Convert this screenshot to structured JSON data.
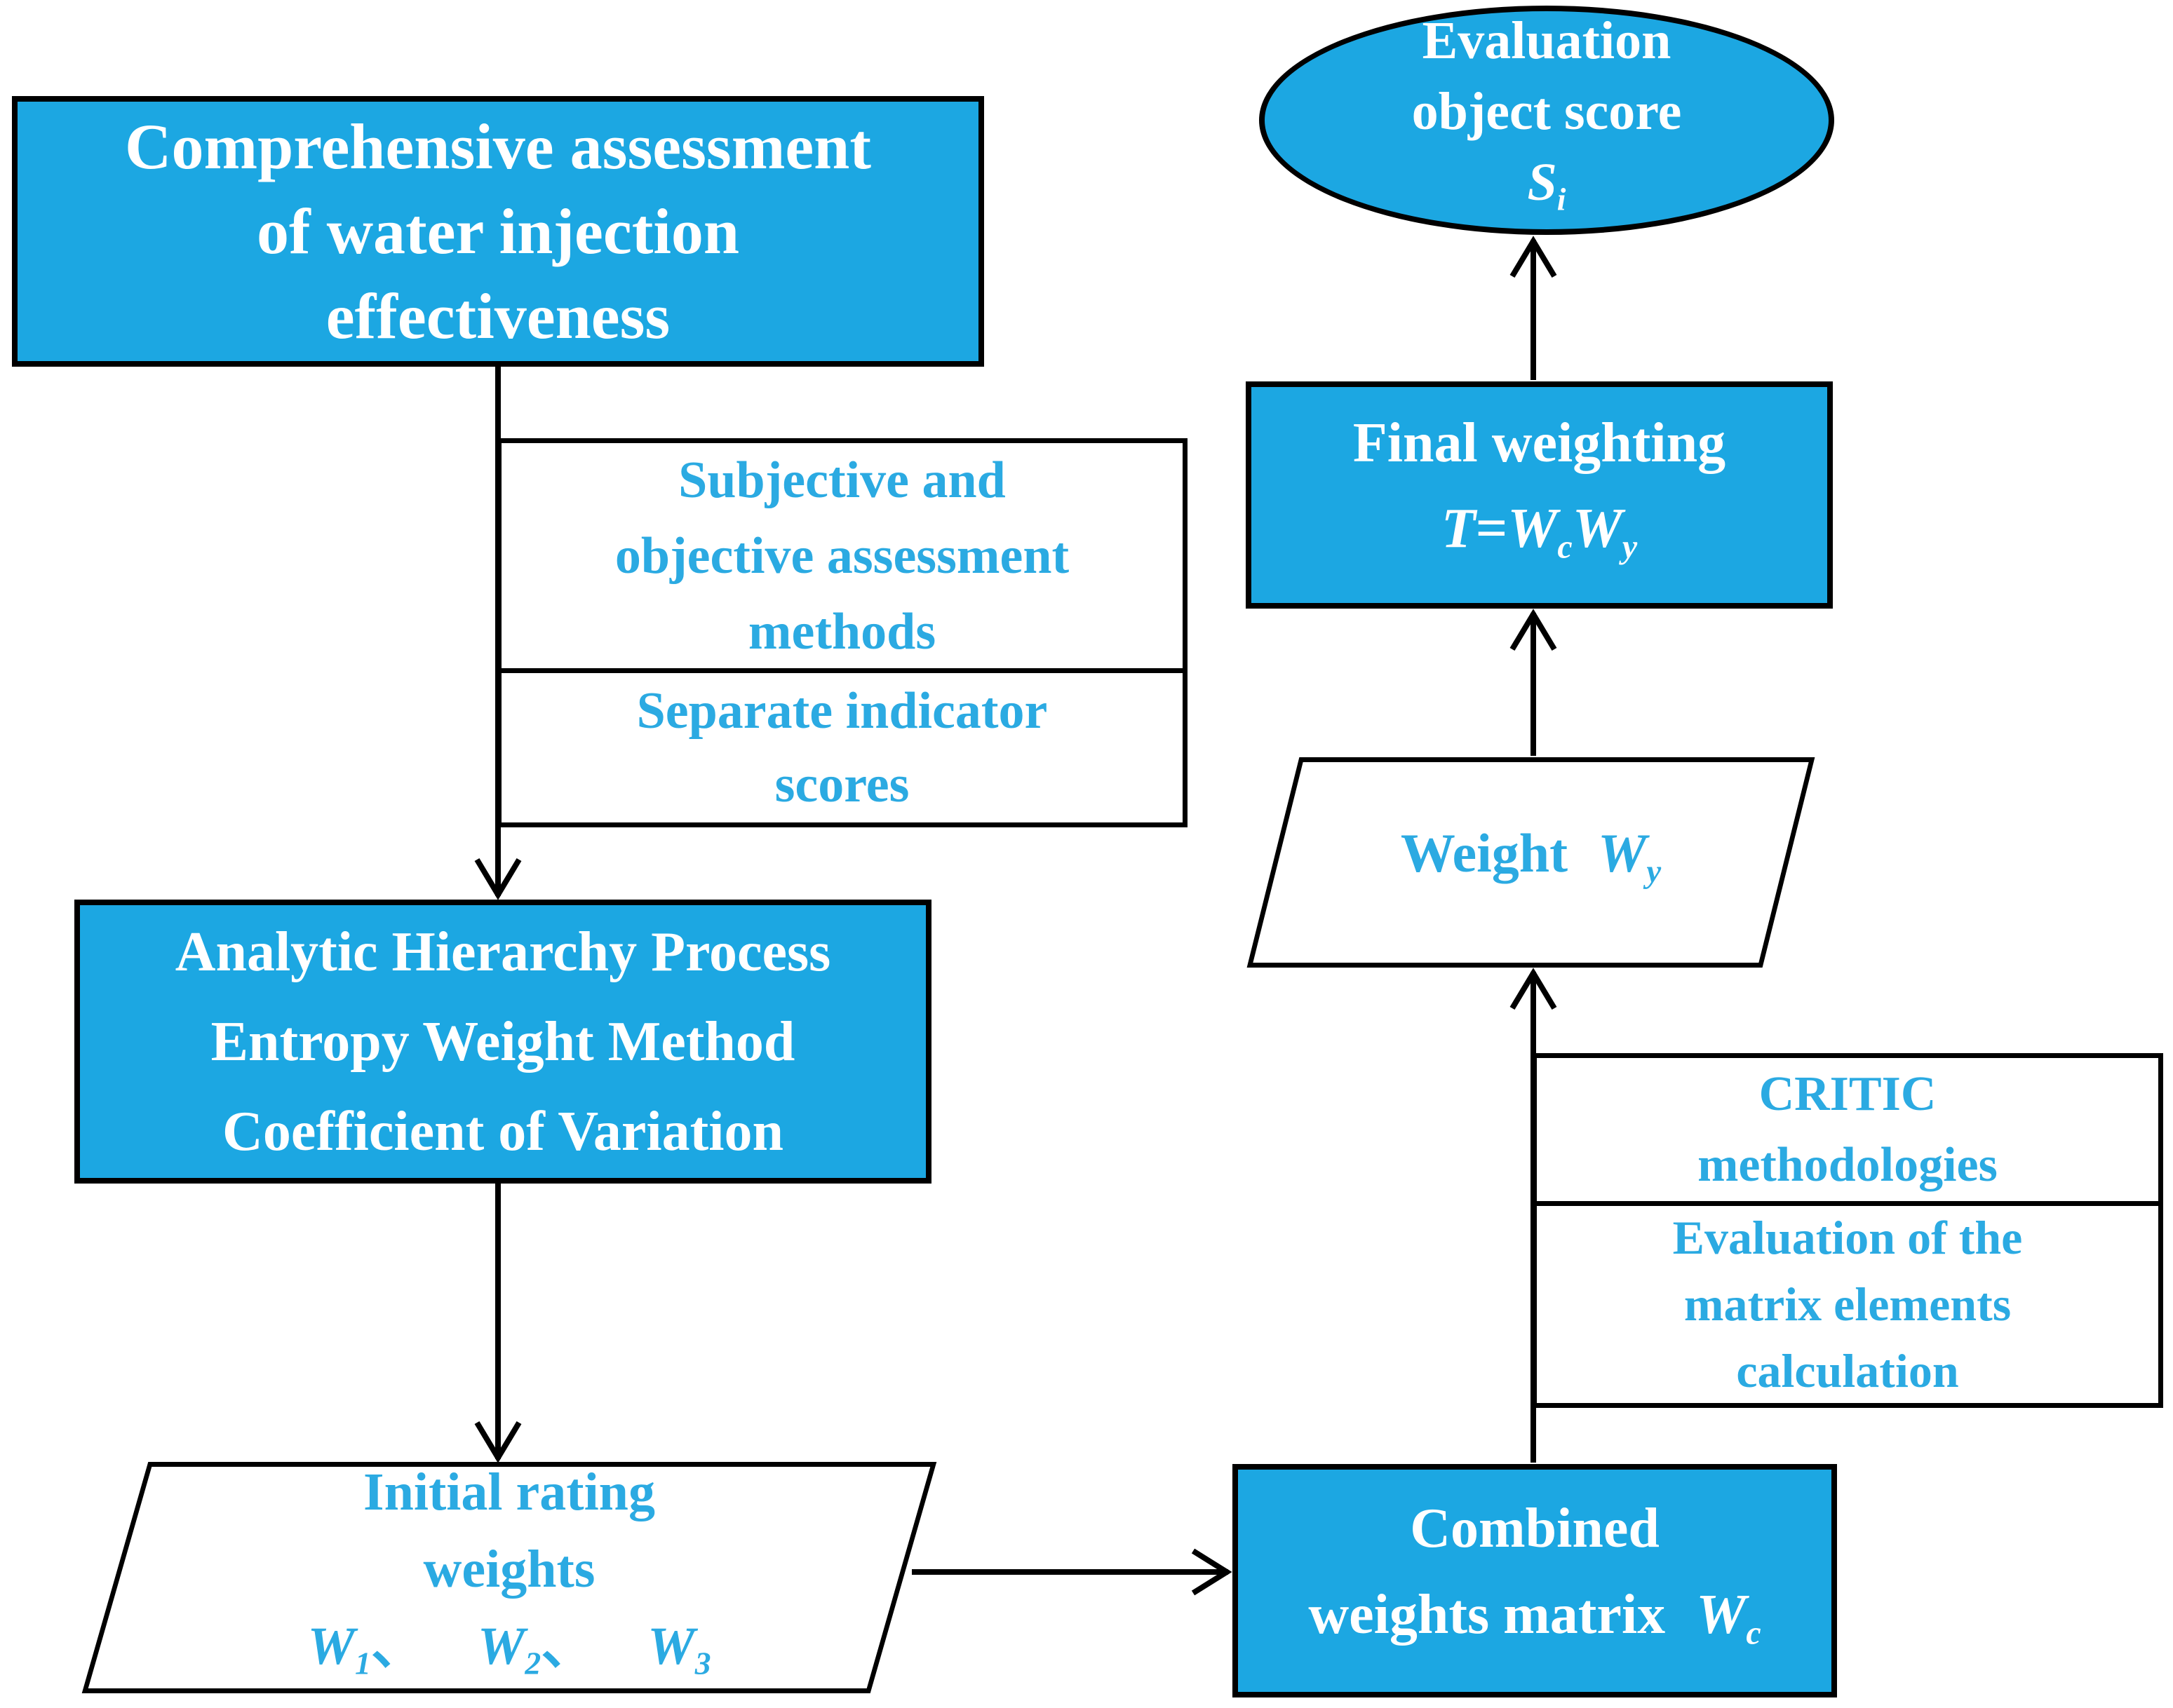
{
  "colors": {
    "node_fill": "#1CA7E2",
    "text_blue": "#2BAAE2",
    "border": "#000000",
    "text_white": "#FFFFFF",
    "background": "#FFFFFF"
  },
  "nodes": {
    "comprehensive": {
      "line1": "Comprehensive assessment",
      "line2": "of water injection",
      "line3": "effectiveness"
    },
    "methods": {
      "line1": "Subjective and",
      "line2": "objective assessment",
      "line3": "methods"
    },
    "scores": {
      "line1": "Separate indicator",
      "line2": "scores"
    },
    "ahp": {
      "line1": "Analytic Hierarchy Process",
      "line2": "Entropy Weight Method",
      "line3": "Coefficient of Variation"
    },
    "initial_weights": {
      "line1": "Initial rating",
      "line2": "weights",
      "w1": "W",
      "sub1": "1",
      "sep1": "、",
      "w2": "W",
      "sub2": "2",
      "sep2": "、",
      "w3": "W",
      "sub3": "3"
    },
    "combined": {
      "line1": "Combined",
      "line2": "weights matrix",
      "w": "W",
      "sub": "c"
    },
    "critic": {
      "line1": "CRITIC",
      "line2": "methodologies"
    },
    "evaluation": {
      "line1": "Evaluation of the",
      "line2": "matrix elements",
      "line3": "calculation"
    },
    "weight_wy": {
      "label": "Weight",
      "w": "W",
      "sub": "y"
    },
    "final": {
      "line1": "Final weighting",
      "t": "T",
      "eq": "=",
      "w1": "W",
      "sub1": "c",
      "w2": "W",
      "sub2": "y"
    },
    "score": {
      "line1": "Evaluation",
      "line2": "object score",
      "s": "S",
      "sub": "i"
    }
  }
}
